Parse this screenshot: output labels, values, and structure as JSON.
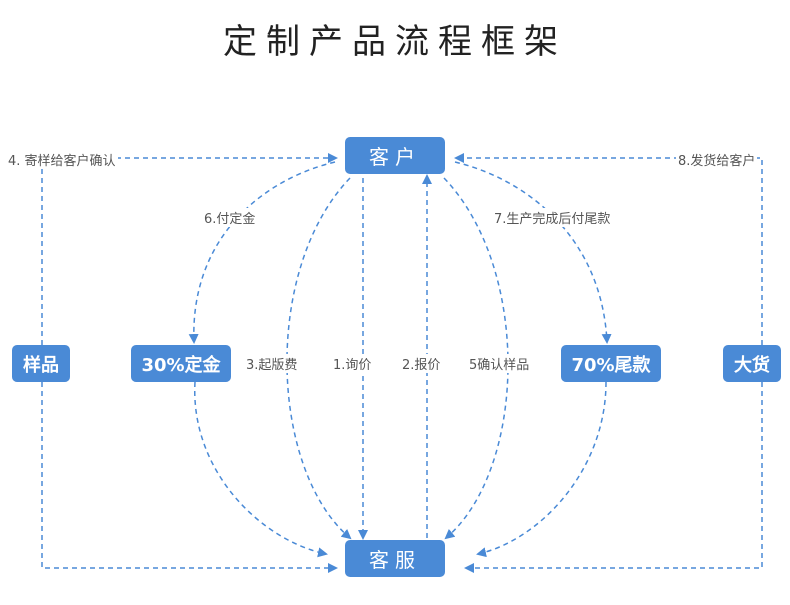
{
  "title": "定制产品流程框架",
  "nodes": {
    "customer": "客户",
    "service": "客服",
    "sample": "样品",
    "deposit": "30%定金",
    "balance": "70%尾款",
    "bulk": "大货"
  },
  "labels": {
    "step4": "4. 寄样给客户确认",
    "step8": "8.发货给客户",
    "step6": "6.付定金",
    "step7": "7.生产完成后付尾款",
    "step3": "3.起版费",
    "step1": "1.询价",
    "step2": "2.报价",
    "step5": "5确认样品"
  },
  "colors": {
    "node_fill": "#4a8ad6",
    "arrow": "#4a8ad6"
  }
}
